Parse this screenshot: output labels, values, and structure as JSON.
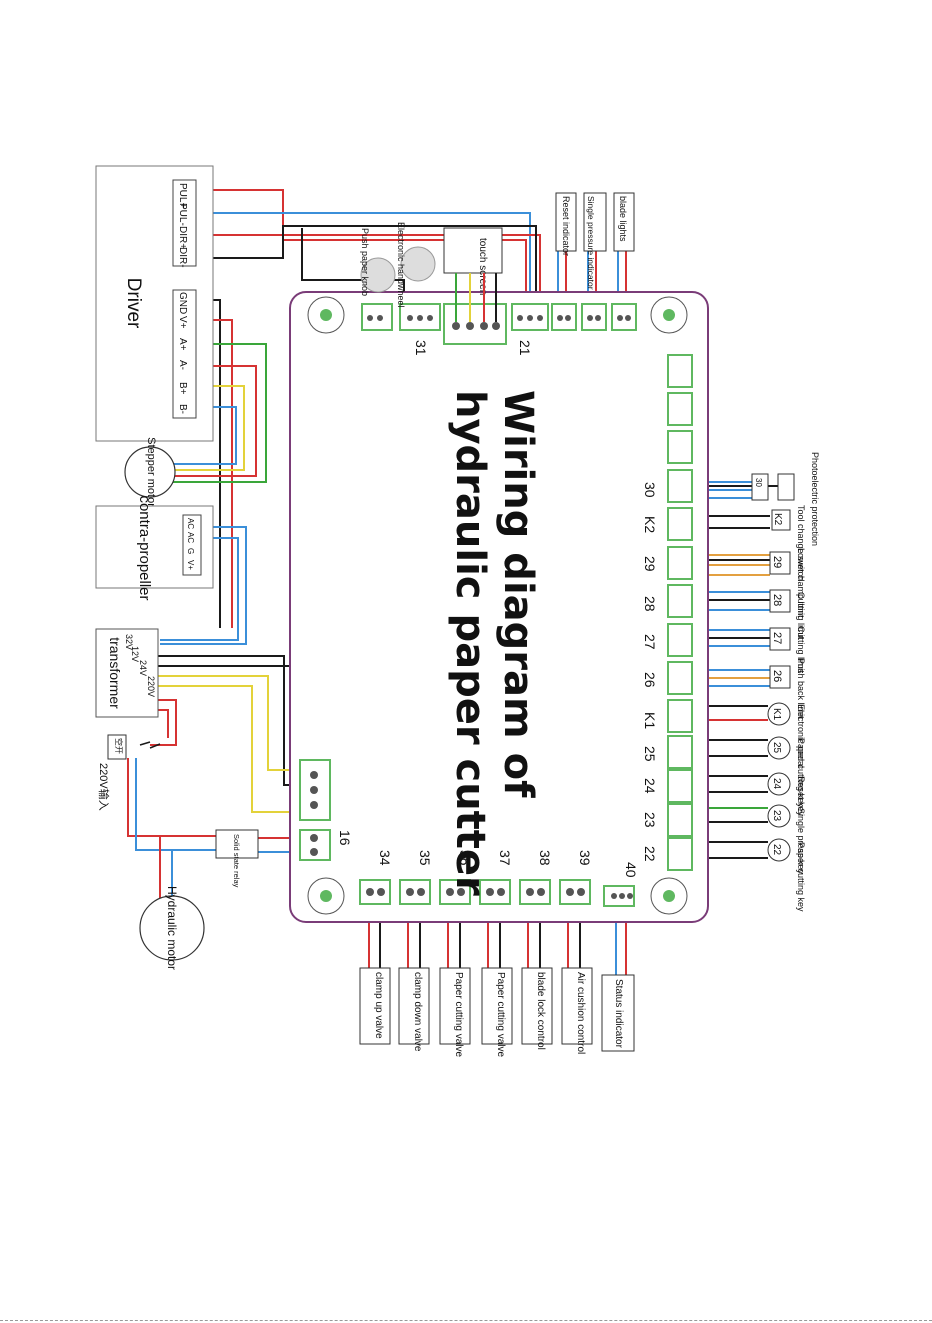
{
  "title": {
    "line1": "Wiring diagram of",
    "line2": "hydraulic paper cutter"
  },
  "driver": {
    "label": "Driver",
    "top_pins": [
      "PUL+",
      "PUL-",
      "DIR+",
      "DIR-"
    ],
    "side_pins": [
      "GND",
      "V+",
      "A+",
      "A-",
      "B+",
      "B-"
    ]
  },
  "stepper_motor": {
    "label": "Stepper motor"
  },
  "propeller": {
    "label": "contra-propeller",
    "pins": [
      "AC",
      "AC",
      "G",
      "V+"
    ]
  },
  "transformer": {
    "label": "transformer",
    "taps": [
      "32V",
      "12V",
      "24V",
      "220V"
    ]
  },
  "switch": {
    "label": "空开",
    "input": "220V输入"
  },
  "relay": {
    "label": "Solid state relay"
  },
  "hydraulic_motor": {
    "label": "Hydraulic motor"
  },
  "top_devices": {
    "push_knob": "Push paper knob",
    "handwheel": "Electronic handwheel",
    "touch_screen": "touch screen",
    "reset_indicator": "Reset indicator",
    "pressure_indicator": "Single pressure indicator",
    "blade_light": "blade lights"
  },
  "board_numbers": {
    "n31": "31",
    "n21": "21",
    "n16": "16"
  },
  "right_numbers": [
    "30",
    "K2",
    "29",
    "28",
    "27",
    "26",
    "K1",
    "25",
    "24",
    "23",
    "22"
  ],
  "right_symbols": [
    "30",
    "K2",
    "29",
    "28",
    "27",
    "26",
    "K1",
    "25",
    "24",
    "23",
    "22"
  ],
  "right_labels": [
    "Photoelectric protection",
    "Tool change switch",
    "Lower clamp limit",
    "Cutting limit",
    "Cutting limit",
    "Push back limit",
    "Electronic pedal",
    "Paper cutting key",
    "Reset key",
    "Single press key",
    "Paper cutting key"
  ],
  "bottom_numbers": [
    "34",
    "35",
    "36",
    "37",
    "38",
    "39",
    "40"
  ],
  "bottom_labels": [
    "clamp up valve",
    "clamp down valve",
    "Paper cutting valve",
    "Paper cutting valve",
    "blade lock control",
    "Air cushion control",
    "Status indicator"
  ],
  "colors": {
    "red": "#d63333",
    "blue": "#3b8fd9",
    "yellow": "#e3d23a",
    "green": "#3aa63a",
    "black": "#1a1a1a",
    "board_edge": "#7a3c78",
    "terminal": "#5fb860"
  }
}
